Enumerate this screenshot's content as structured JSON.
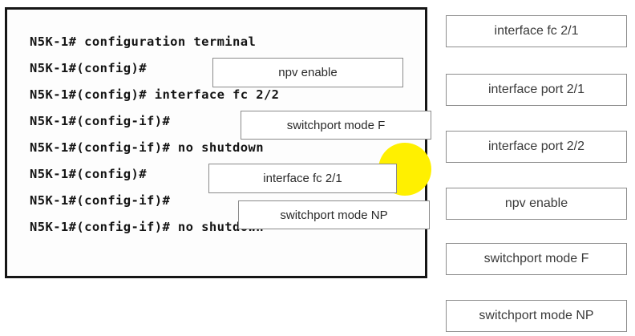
{
  "terminal": {
    "name": "cisco-nexus-cli-exhibit",
    "border_color": "#161616",
    "background_color": "#fdfdfd",
    "lines": [
      {
        "text": "N5K-1# configuration terminal"
      },
      {
        "text": "N5K-1#(config)#"
      },
      {
        "text": "N5K-1#(config)# interface fc 2/2"
      },
      {
        "text": "N5K-1#(config-if)#"
      },
      {
        "text": "N5K-1#(config-if)# no shutdown"
      },
      {
        "text": "N5K-1#(config)#                              ;"
      },
      {
        "text": "N5K-1#(config-if)#"
      },
      {
        "text": "N5K-1#(config-if)# no shutdown"
      }
    ]
  },
  "dropped_tiles": [
    {
      "label": "npv enable"
    },
    {
      "label": "switchport mode F"
    },
    {
      "label": "interface fc 2/1"
    },
    {
      "label": "switchport mode NP"
    }
  ],
  "answer_bank": {
    "tiles": [
      {
        "label": "interface fc 2/1"
      },
      {
        "label": "interface port 2/1"
      },
      {
        "label": "interface port 2/2"
      },
      {
        "label": "npv enable"
      },
      {
        "label": "switchport mode F"
      },
      {
        "label": "switchport mode NP"
      }
    ]
  },
  "highlight": {
    "color": "#fff000",
    "shape": "circle"
  },
  "watermark": {
    "text": "                                                                                            "
  }
}
